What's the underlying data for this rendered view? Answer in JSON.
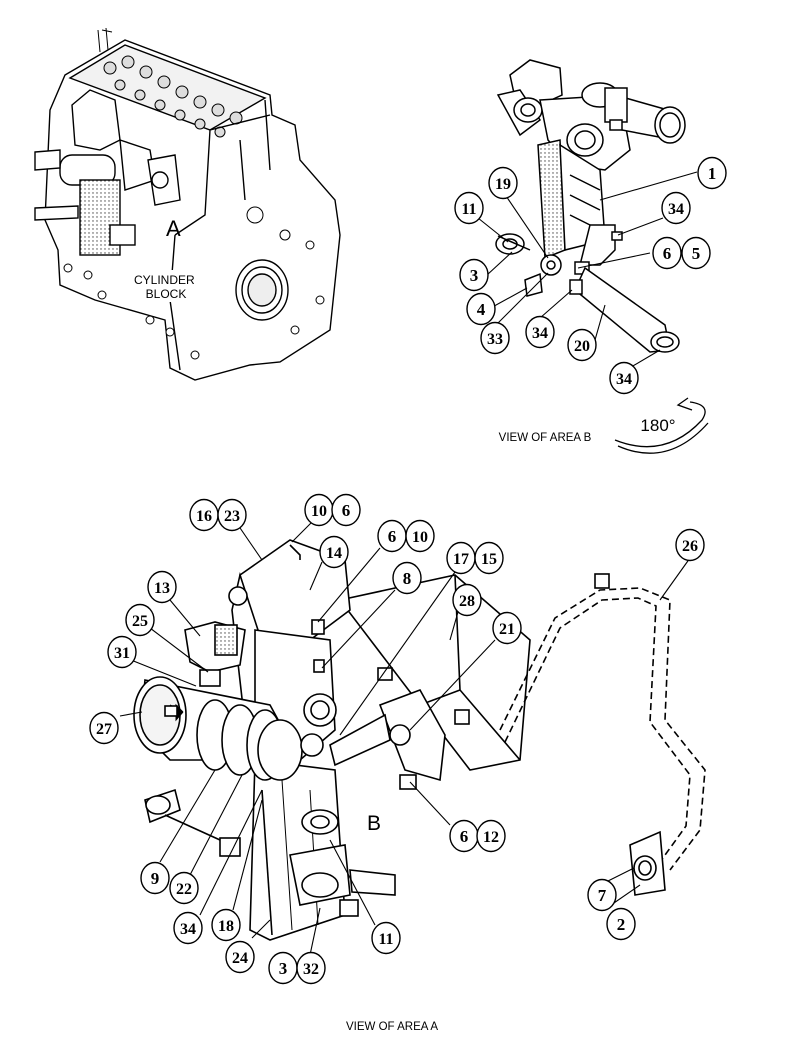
{
  "labels": {
    "area_a": "A",
    "area_b": "B",
    "cylinder_block": "CYLINDER BLOCK",
    "view_area_b": "VIEW OF AREA B",
    "view_area_a": "VIEW OF AREA A",
    "rotation": "180°"
  },
  "callouts": [
    {
      "id": "b-1",
      "text": "1"
    },
    {
      "id": "b-19",
      "text": "19"
    },
    {
      "id": "b-11",
      "text": "11"
    },
    {
      "id": "b-34a",
      "text": "34"
    },
    {
      "id": "b-6",
      "text": "6"
    },
    {
      "id": "b-5",
      "text": "5"
    },
    {
      "id": "b-3",
      "text": "3"
    },
    {
      "id": "b-4",
      "text": "4"
    },
    {
      "id": "b-33",
      "text": "33"
    },
    {
      "id": "b-34b",
      "text": "34"
    },
    {
      "id": "b-20",
      "text": "20"
    },
    {
      "id": "b-34c",
      "text": "34"
    },
    {
      "id": "a-16",
      "text": "16"
    },
    {
      "id": "a-23",
      "text": "23"
    },
    {
      "id": "a-10a",
      "text": "10"
    },
    {
      "id": "a-6a",
      "text": "6"
    },
    {
      "id": "a-14",
      "text": "14"
    },
    {
      "id": "a-6b",
      "text": "6"
    },
    {
      "id": "a-10b",
      "text": "10"
    },
    {
      "id": "a-17",
      "text": "17"
    },
    {
      "id": "a-15",
      "text": "15"
    },
    {
      "id": "a-26",
      "text": "26"
    },
    {
      "id": "a-13",
      "text": "13"
    },
    {
      "id": "a-8",
      "text": "8"
    },
    {
      "id": "a-28",
      "text": "28"
    },
    {
      "id": "a-25",
      "text": "25"
    },
    {
      "id": "a-21",
      "text": "21"
    },
    {
      "id": "a-31",
      "text": "31"
    },
    {
      "id": "a-27",
      "text": "27"
    },
    {
      "id": "a-6c",
      "text": "6"
    },
    {
      "id": "a-12",
      "text": "12"
    },
    {
      "id": "a-9",
      "text": "9"
    },
    {
      "id": "a-22",
      "text": "22"
    },
    {
      "id": "a-7",
      "text": "7"
    },
    {
      "id": "a-34",
      "text": "34"
    },
    {
      "id": "a-18",
      "text": "18"
    },
    {
      "id": "a-2",
      "text": "2"
    },
    {
      "id": "a-11",
      "text": "11"
    },
    {
      "id": "a-24",
      "text": "24"
    },
    {
      "id": "a-3",
      "text": "3"
    },
    {
      "id": "a-32",
      "text": "32"
    }
  ]
}
